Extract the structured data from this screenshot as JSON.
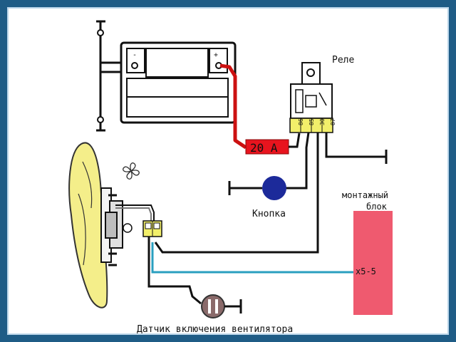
{
  "labels": {
    "relay": "Реле",
    "fuse": "20 A",
    "button": "Кнопка",
    "block_line1": "монтажный",
    "block_line2": "блок",
    "block_pin": "x5-5",
    "sensor": "Датчик включения вентилятора",
    "battery_minus": "-",
    "battery_plus": "+",
    "pin_86": "86",
    "pin_85": "85",
    "pin_30": "30",
    "pin_87": "87"
  },
  "colors": {
    "frame": "#1f5c86",
    "wire_black": "#111111",
    "wire_red": "#cc1111",
    "wire_teal": "#2a9fbf",
    "fuse": "#e8141e",
    "relay_pins": "#f2ef6a",
    "button": "#1c2a9a",
    "mounting_block": "#ef5a6f",
    "fan_blade": "#f4ee8a",
    "sensor": "#8a6a6a"
  },
  "icons": {
    "fan": "fan-icon"
  }
}
